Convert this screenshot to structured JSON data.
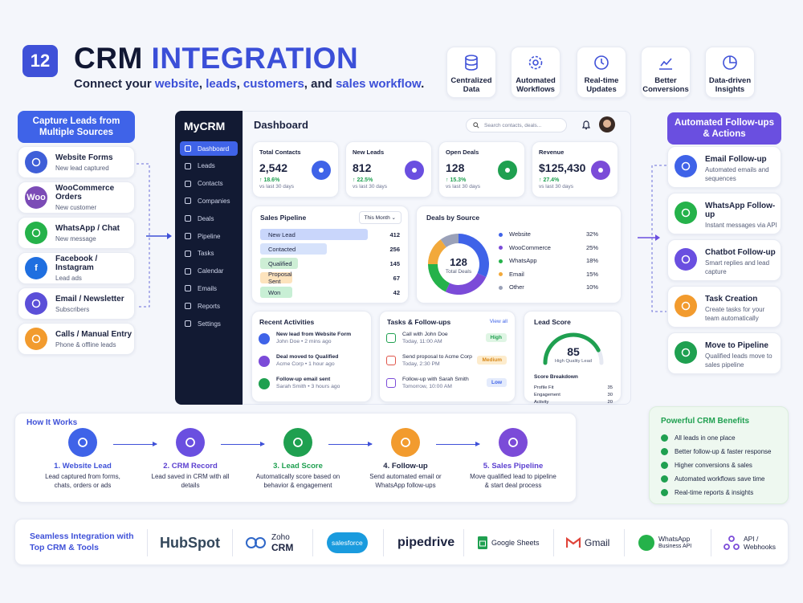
{
  "header": {
    "badge": "12",
    "title_part1": "CRM ",
    "title_part2": "INTEGRATION",
    "subtitle": [
      "Connect your ",
      "website",
      ", ",
      "leads",
      ", ",
      "customers",
      ", and ",
      "sales workflow",
      "."
    ]
  },
  "features": [
    {
      "label": "Centralized Data",
      "icon": "database-icon"
    },
    {
      "label": "Automated Workflows",
      "icon": "gear-icon"
    },
    {
      "label": "Real-time Updates",
      "icon": "clock-icon"
    },
    {
      "label": "Better Conversions",
      "icon": "chart-icon"
    },
    {
      "label": "Data-driven Insights",
      "icon": "pie-icon"
    }
  ],
  "capture": {
    "heading": "Capture Leads from Multiple Sources",
    "sources": [
      {
        "title": "Website Forms",
        "sub": "New lead captured",
        "color": "#3f5fd8",
        "icon": "globe-icon"
      },
      {
        "title": "WooCommerce Orders",
        "sub": "New customer",
        "color": "#7b4bb6",
        "icon": "woocommerce-icon",
        "glyph": "Woo"
      },
      {
        "title": "WhatsApp / Chat",
        "sub": "New message",
        "color": "#25b24a",
        "icon": "whatsapp-icon"
      },
      {
        "title": "Facebook / Instagram",
        "sub": "Lead ads",
        "color": "#1f6fe0",
        "icon": "facebook-icon",
        "glyph": "f"
      },
      {
        "title": "Email / Newsletter",
        "sub": "Subscribers",
        "color": "#5b4fd8",
        "icon": "email-icon"
      },
      {
        "title": "Calls / Manual Entry",
        "sub": "Phone & offline leads",
        "color": "#f29b2e",
        "icon": "phone-icon"
      }
    ]
  },
  "crm": {
    "logo": "MyCRM",
    "nav": [
      "Dashboard",
      "Leads",
      "Contacts",
      "Companies",
      "Deals",
      "Pipeline",
      "Tasks",
      "Calendar",
      "Emails",
      "Reports",
      "Settings"
    ],
    "page_title": "Dashboard",
    "search_placeholder": "Search contacts, deals...",
    "kpis": [
      {
        "label": "Total Contacts",
        "value": "2,542",
        "change": "↑ 18.6%",
        "period": "vs last 30 days",
        "color": "#3f63e8"
      },
      {
        "label": "New Leads",
        "value": "812",
        "change": "↑ 22.5%",
        "period": "vs last 30 days",
        "color": "#6a4fe0"
      },
      {
        "label": "Open Deals",
        "value": "128",
        "change": "↑ 15.3%",
        "period": "vs last 30 days",
        "color": "#1fa050"
      },
      {
        "label": "Revenue",
        "value": "$125,430",
        "change": "↑ 27.4%",
        "period": "vs last 30 days",
        "color": "#7b4bd8"
      }
    ],
    "pipeline": {
      "title": "Sales Pipeline",
      "filter": "This Month",
      "stages": [
        {
          "name": "New Lead",
          "value": 412,
          "color": "#c9d6fb"
        },
        {
          "name": "Contacted",
          "value": 256,
          "color": "#d6e2fb"
        },
        {
          "name": "Qualified",
          "value": 145,
          "color": "#cdeed5"
        },
        {
          "name": "Proposal Sent",
          "value": 67,
          "color": "#fde3bd"
        },
        {
          "name": "Won",
          "value": 42,
          "color": "#c8efd5"
        }
      ]
    },
    "deals_by_source": {
      "title": "Deals by Source",
      "center_value": "128",
      "center_label": "Total Deals",
      "items": [
        {
          "name": "Website",
          "pct": "32%",
          "value": 32,
          "color": "#3f63e8"
        },
        {
          "name": "WooCommerce",
          "pct": "25%",
          "value": 25,
          "color": "#7b4bd8"
        },
        {
          "name": "WhatsApp",
          "pct": "18%",
          "value": 18,
          "color": "#25b24a"
        },
        {
          "name": "Email",
          "pct": "15%",
          "value": 15,
          "color": "#f2a93b"
        },
        {
          "name": "Other",
          "pct": "10%",
          "value": 10,
          "color": "#9aa1b8"
        }
      ]
    },
    "activities": {
      "title": "Recent Activities",
      "items": [
        {
          "title": "New lead from Website Form",
          "sub": "John Doe • 2 mins ago",
          "color": "#3f63e8"
        },
        {
          "title": "Deal moved to Qualified",
          "sub": "Acme Corp • 1 hour ago",
          "color": "#7b4bd8"
        },
        {
          "title": "Follow-up email sent",
          "sub": "Sarah Smith • 3 hours ago",
          "color": "#1fa050"
        }
      ]
    },
    "tasks": {
      "title": "Tasks & Follow-ups",
      "view_all": "View all",
      "items": [
        {
          "title": "Call with John Doe",
          "sub": "Today, 11:00 AM",
          "badge": "High",
          "bg": "#dff5e4",
          "fg": "#1fa050",
          "box": "#1fa050"
        },
        {
          "title": "Send proposal to Acme Corp",
          "sub": "Today, 2:30 PM",
          "badge": "Medium",
          "bg": "#fdeccd",
          "fg": "#d8891a",
          "box": "#e0554a"
        },
        {
          "title": "Follow-up with Sarah Smith",
          "sub": "Tomorrow, 10:00 AM",
          "badge": "Low",
          "bg": "#e4ebfc",
          "fg": "#3f63e8",
          "box": "#7b4bd8"
        }
      ]
    },
    "lead_score": {
      "title": "Lead Score",
      "value": "85",
      "label": "High Quality Lead",
      "fraction": 0.85,
      "breakdown_title": "Score Breakdown",
      "breakdown": [
        {
          "name": "Profile Fit",
          "value": "35"
        },
        {
          "name": "Engagement",
          "value": "30"
        },
        {
          "name": "Activity",
          "value": "20"
        }
      ]
    }
  },
  "followups": {
    "heading": "Automated Follow-ups & Actions",
    "items": [
      {
        "title": "Email Follow-up",
        "sub": "Automated emails and sequences",
        "color": "#3f63e8",
        "icon": "email-icon"
      },
      {
        "title": "WhatsApp Follow-up",
        "sub": "Instant messages via API",
        "color": "#25b24a",
        "icon": "whatsapp-icon"
      },
      {
        "title": "Chatbot Follow-up",
        "sub": "Smart replies and lead capture",
        "color": "#6a4fe0",
        "icon": "robot-icon"
      },
      {
        "title": "Task Creation",
        "sub": "Create tasks for your team automatically",
        "color": "#f29b2e",
        "icon": "user-icon"
      },
      {
        "title": "Move to Pipeline",
        "sub": "Qualified leads move to sales pipeline",
        "color": "#1fa050",
        "icon": "bar-chart-icon"
      }
    ]
  },
  "how_it_works": {
    "title": "How It Works",
    "steps": [
      {
        "title": "1. Website Lead",
        "sub": "Lead captured from forms, chats, orders or ads",
        "color": "#3f63e8",
        "tcolor": "#3f51d8"
      },
      {
        "title": "2. CRM Record",
        "sub": "Lead saved in CRM with all details",
        "color": "#6a4fe0",
        "tcolor": "#5b3fd0"
      },
      {
        "title": "3. Lead Score",
        "sub": "Automatically score based on behavior & engagement",
        "color": "#1fa050",
        "tcolor": "#1fa050"
      },
      {
        "title": "4. Follow-up",
        "sub": "Send automated email or WhatsApp follow-ups",
        "color": "#f29b2e",
        "tcolor": "#1c2340"
      },
      {
        "title": "5. Sales Pipeline",
        "sub": "Move qualified lead to pipeline & start deal process",
        "color": "#7b4bd8",
        "tcolor": "#5b3fd0"
      }
    ]
  },
  "benefits": {
    "title": "Powerful CRM Benefits",
    "items": [
      "All leads in one place",
      "Better follow-up & faster response",
      "Higher conversions & sales",
      "Automated workflows save time",
      "Real-time reports & insights"
    ]
  },
  "integrations": {
    "title": "Seamless Integration with Top CRM & Tools",
    "tools": {
      "hubspot": "HubSpot",
      "zoho1": "Zoho",
      "zoho2": "CRM",
      "salesforce": "salesforce",
      "pipedrive": "pipedrive",
      "sheets": "Google Sheets",
      "gmail": "Gmail",
      "wa1": "WhatsApp",
      "wa2": "Business API",
      "api1": "API /",
      "api2": "Webhooks"
    }
  }
}
